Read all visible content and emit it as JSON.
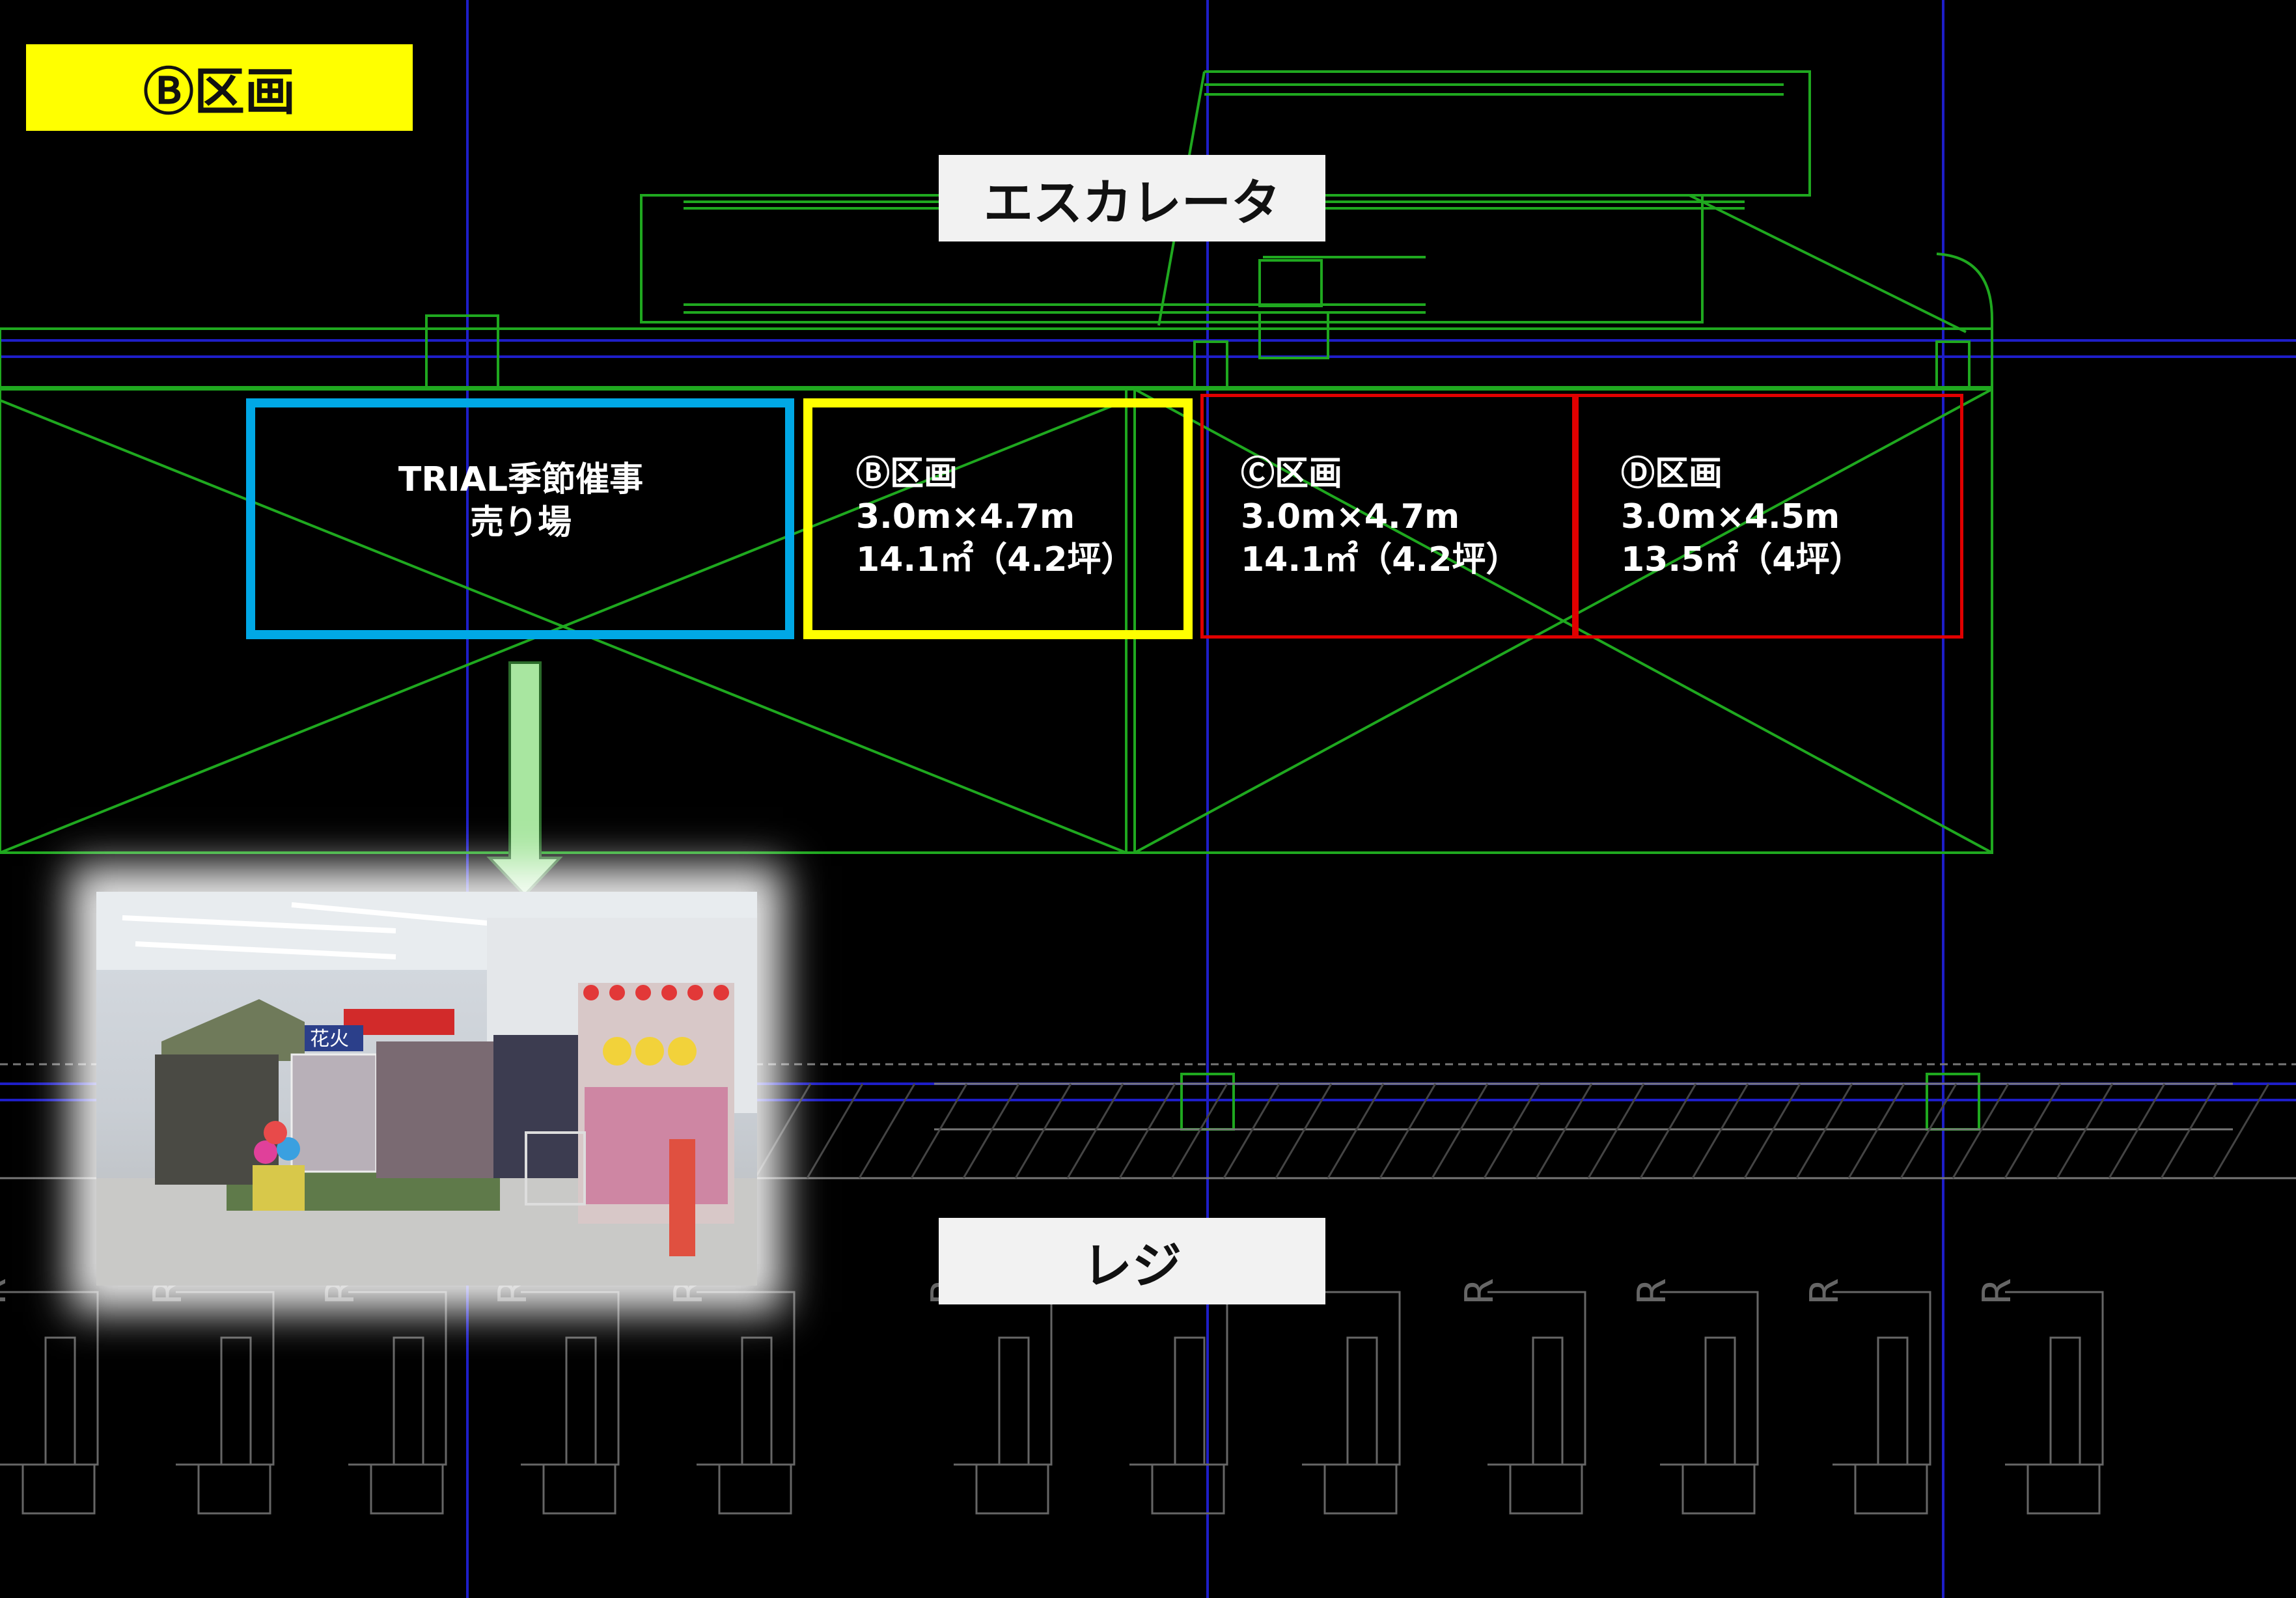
{
  "section_title": "Ⓑ区画",
  "escalator_label": "エスカレータ",
  "register_label": "レジ",
  "trial_area": {
    "line1": "TRIAL季節催事",
    "line2": "売り場"
  },
  "plots": [
    {
      "name": "Ⓑ区画",
      "dims": "3.0m×4.7m",
      "area": "14.1㎡（4.2坪）"
    },
    {
      "name": "Ⓒ区画",
      "dims": "3.0m×4.7m",
      "area": "14.1㎡（4.2坪）"
    },
    {
      "name": "Ⓓ区画",
      "dims": "3.0m×4.5m",
      "area": "13.5㎡（4坪）"
    }
  ],
  "register_mark": "R",
  "photo": {
    "sign_text": "花火"
  },
  "colors": {
    "cad_line": "#1fa81f",
    "grid_line": "#1e1ec8",
    "trial_border": "#00a8e6",
    "plot_b_border": "#ffff00",
    "plot_cd_border": "#e00000",
    "arrow": "#a8e6a0",
    "title_bg": "#ffff00",
    "label_bg": "#f2f2f2"
  }
}
